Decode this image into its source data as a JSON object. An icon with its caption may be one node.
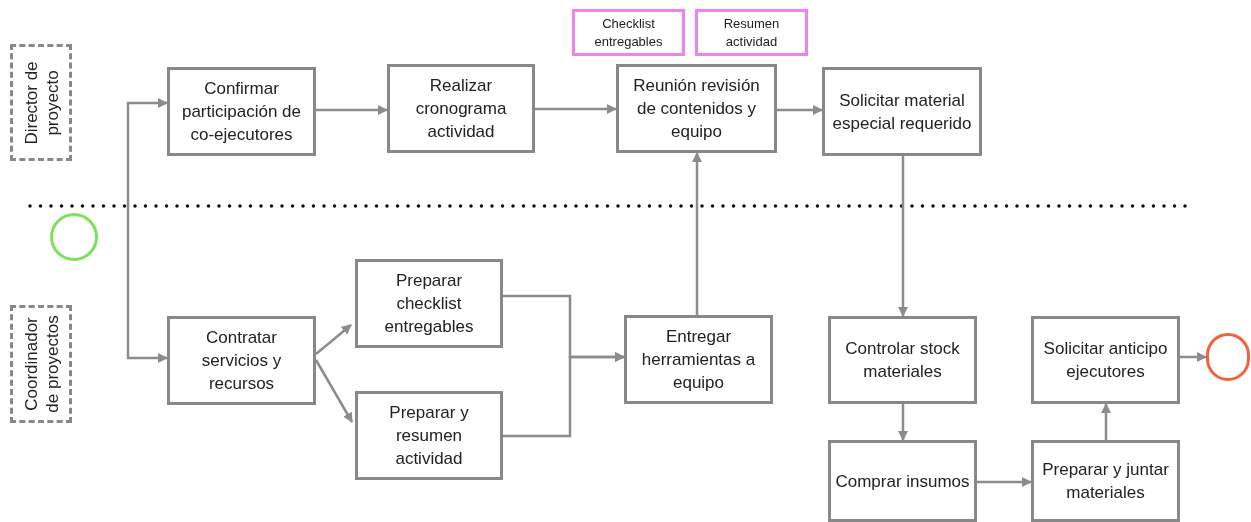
{
  "diagram": {
    "nodes": [
      {
        "text": [
          "Director de proyecto"
        ]
      },
      {
        "text": [
          "Coordinador de proyectos"
        ]
      },
      {
        "text": [
          "Checklist entregables"
        ]
      },
      {
        "text": [
          "Resumen actividad"
        ]
      },
      {
        "text": [],
        "shape": "circle"
      },
      {
        "text": [
          "Confirmar participación de co-ejecutores"
        ]
      },
      {
        "text": [
          "Realizar cronograma actividad"
        ]
      },
      {
        "text": [
          "Reunión revisión de contenidos y equipo"
        ]
      },
      {
        "text": [
          "Solicitar material especial requerido"
        ]
      },
      {
        "text": [
          "Contratar servicios y recursos"
        ]
      },
      {
        "text": [
          "Preparar checklist entregables"
        ]
      },
      {
        "text": [
          "Preparar y resumen actividad"
        ]
      },
      {
        "text": [
          "Entregar herramientas a equipo"
        ]
      },
      {
        "text": [
          "Controlar stock materiales"
        ]
      },
      {
        "text": [
          "Comprar insumos"
        ]
      },
      {
        "text": [
          "Preparar y juntar materiales"
        ]
      },
      {
        "text": [
          "Solicitar anticipo ejecutores"
        ]
      },
      {
        "text": [],
        "shape": "circle"
      }
    ],
    "edges": [
      {
        "from": null,
        "to": 5,
        "arrow": "to"
      },
      {
        "from": null,
        "to": 9,
        "arrow": "to"
      },
      {
        "from": 5,
        "to": 6,
        "arrow": "to"
      },
      {
        "from": 6,
        "to": 7,
        "arrow": "to"
      },
      {
        "from": 7,
        "to": 8,
        "arrow": "to"
      },
      {
        "from": 9,
        "to": 10,
        "arrow": "to"
      },
      {
        "from": 9,
        "to": 11,
        "arrow": "to"
      },
      {
        "from": 10,
        "to": 12,
        "arrow": "to"
      },
      {
        "from": 11,
        "to": 12,
        "arrow": "to"
      },
      {
        "from": 12,
        "to": 7,
        "arrow": "to"
      },
      {
        "from": 8,
        "to": 13,
        "arrow": "to"
      },
      {
        "from": 13,
        "to": 14,
        "arrow": "to"
      },
      {
        "from": 14,
        "to": 15,
        "arrow": "to"
      },
      {
        "from": 15,
        "to": 16,
        "arrow": "to"
      },
      {
        "from": 16,
        "to": 17,
        "arrow": "to"
      }
    ]
  }
}
